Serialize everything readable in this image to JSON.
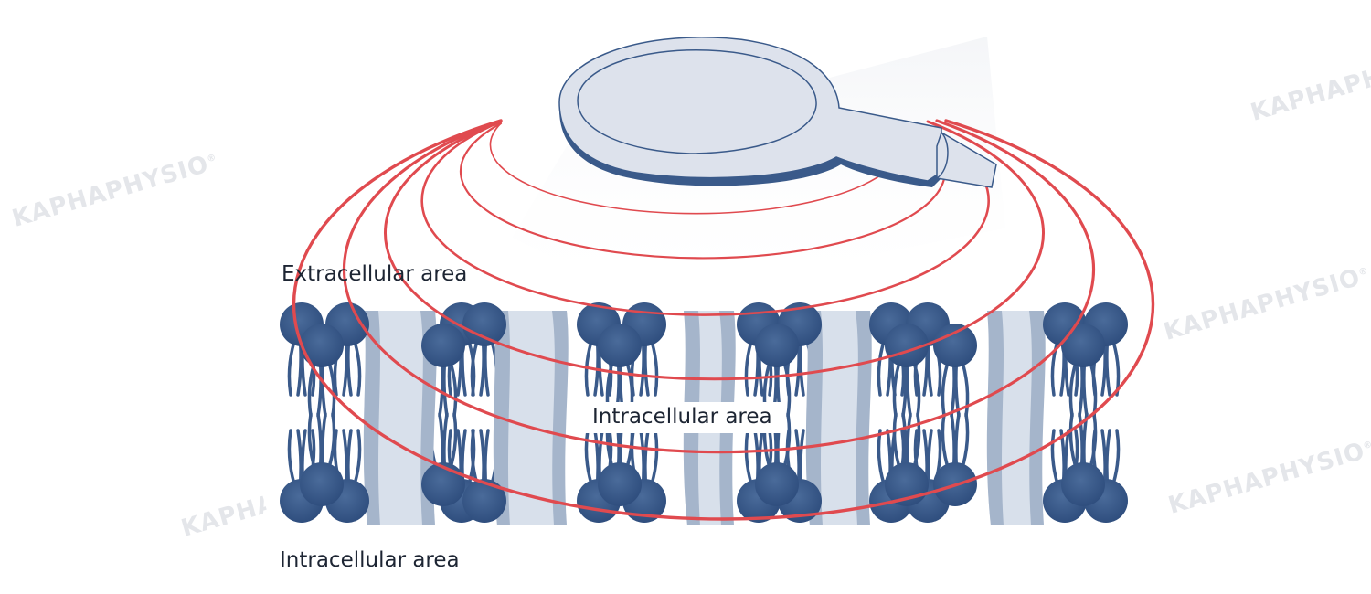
{
  "labels": {
    "extracellular": "Extracellular area",
    "intracellular_middle": "Intracellular area",
    "intracellular_bottom": "Intracellular area"
  },
  "watermark": {
    "text": "KAPHAPHYSIO",
    "mark": "®"
  },
  "colors": {
    "field_lines": "#e04a4f",
    "lipid_head": "#3a5a8a",
    "lipid_tail": "#3a5a8a",
    "protein_dark": "#a5b5cb",
    "protein_light": "#d8e0eb",
    "device_body": "#dde2ec",
    "device_shadow": "#3a5a8a",
    "watermark": "#e4e6ea"
  },
  "icons": {
    "device": "electrode-applicator-icon",
    "field": "electromagnetic-field-lines"
  }
}
